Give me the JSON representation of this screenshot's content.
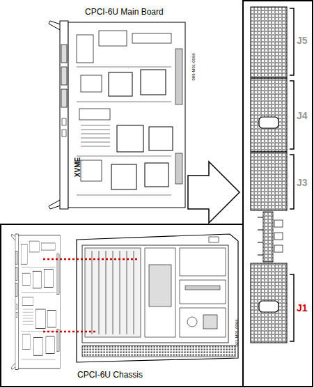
{
  "diagram": {
    "nodes": [
      {
        "text": [
          "CPCI-6U Main Board"
        ]
      },
      {
        "text": [
          "CPCI-6U Chassis"
        ]
      }
    ],
    "labels": [
      "J5",
      "J4",
      "J3",
      "J1",
      "009-M01-0069",
      "021-M01-0066",
      "XVME"
    ]
  }
}
